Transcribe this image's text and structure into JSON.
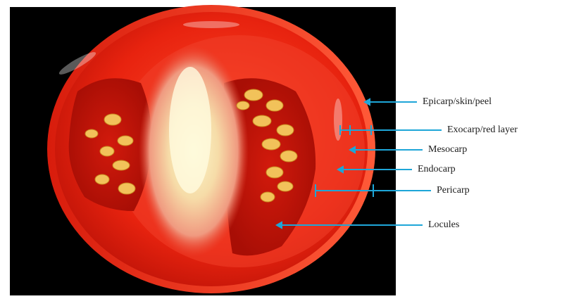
{
  "figure": {
    "subject": "tomato-cross-section",
    "label_color": "#1a1a1a",
    "pointer_color": "#1ea6d8",
    "background_color": "#000000",
    "labels": {
      "epicarp": "Epicarp/skin/peel",
      "exocarp": "Exocarp/red layer",
      "mesocarp": "Mesocarp",
      "endocarp": "Endocarp",
      "pericarp": "Pericarp",
      "locules": "Locules"
    }
  }
}
